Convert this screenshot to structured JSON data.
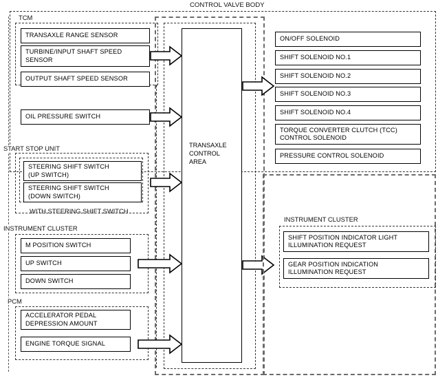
{
  "diagram": {
    "title": "CONTROL VALVE BODY",
    "type": "block-diagram"
  },
  "groups": {
    "tcm": "TCM",
    "start_stop_unit": "START STOP UNIT",
    "with_steering_shift_switch": "WITH STEERING SHIFT SWITCH",
    "instrument_cluster_left": "INSTRUMENT CLUSTER",
    "pcm": "PCM",
    "instrument_cluster_right": "INSTRUMENT CLUSTER"
  },
  "inputs": {
    "tcm_sensors": [
      {
        "label": "TRANSAXLE RANGE SENSOR"
      },
      {
        "label": "TURBINE/INPUT SHAFT SPEED\nSENSOR"
      },
      {
        "label": "OUTPUT SHAFT SPEED SENSOR"
      }
    ],
    "oil_pressure": {
      "label": "OIL PRESSURE SWITCH"
    },
    "steering_switches": [
      {
        "label": "STEERING SHIFT SWITCH\n(UP SWITCH)"
      },
      {
        "label": "STEERING SHIFT SWITCH\n(DOWN SWITCH)"
      }
    ],
    "cluster_switches": [
      {
        "label": "M POSITION SWITCH"
      },
      {
        "label": "UP SWITCH"
      },
      {
        "label": "DOWN SWITCH"
      }
    ],
    "pcm_signals": [
      {
        "label": "ACCELERATOR PEDAL\nDEPRESSION AMOUNT"
      },
      {
        "label": "ENGINE TORQUE SIGNAL"
      }
    ]
  },
  "center": {
    "label": "TRANSAXLE\nCONTROL\nAREA"
  },
  "outputs": {
    "solenoids": [
      {
        "label": "ON/OFF SOLENOID"
      },
      {
        "label": "SHIFT SOLENOID NO.1"
      },
      {
        "label": "SHIFT SOLENOID NO.2"
      },
      {
        "label": "SHIFT SOLENOID NO.3"
      },
      {
        "label": "SHIFT SOLENOID NO.4"
      },
      {
        "label": "TORQUE CONVERTER CLUTCH (TCC)\nCONTROL SOLENOID"
      },
      {
        "label": "PRESSURE CONTROL SOLENOID"
      }
    ],
    "cluster_requests": [
      {
        "label": "SHIFT POSITION INDICATOR LIGHT\nILLUMINATION REQUEST"
      },
      {
        "label": "GEAR POSITION INDICATION\nILLUMINATION REQUEST"
      }
    ]
  },
  "colors": {
    "line": "#000000",
    "dash_fine": "#333333",
    "dash_coarse": "#6b6b6b",
    "background": "#ffffff"
  }
}
